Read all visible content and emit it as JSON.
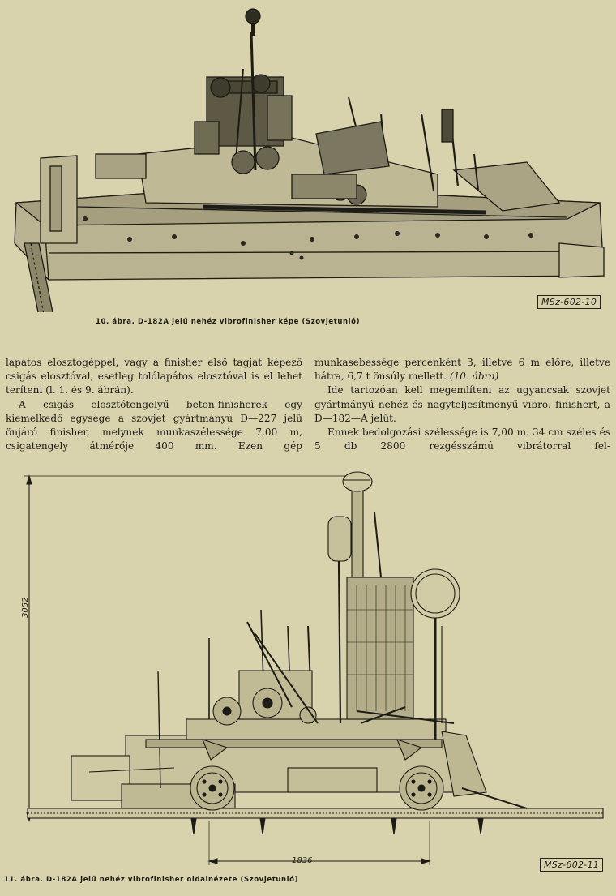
{
  "figure10": {
    "ref_code": "MSz-602-10",
    "caption": "10. ábra. D-182A jelű nehéz vibrofinisher képe (Szovjetunió)"
  },
  "left_column": {
    "p1": "lapátos elosztógéppel, vagy a finisher első tagját képező csigás elosztóval, esetleg tolólapátos elosztóval is el lehet teríteni (l. 1. és 9. ábrán).",
    "p2": "A csigás elosztótengelyű beton-finisherek egy kiemelkedő egysége a szovjet gyártmányú D—227 jelű önjáró finisher, melynek munkaszélessége 7,00 m, csigatengely átmérője 400 mm. Ezen gép"
  },
  "right_column": {
    "p1_text": "munkasebessége percenként 3, illetve 6 m előre, illetve hátra, 6,7 t önsúly mellett.",
    "p1_ref": "(10. ábra)",
    "p2": "Ide tartozóan kell megemlíteni az ugyancsak szovjet gyártmányú nehéz és nagyteljesítményű vibro. finishert, a D—182—A jelűt.",
    "p3": "Ennek bedolgozási szélessége is 7,00 m. 34 cm széles és 5 db 2800 rezgésszámú vibrátorral fel-"
  },
  "figure11": {
    "ref_code": "MSz-602-11",
    "caption": "11. ábra. D-182A jelű nehéz vibrofinisher oldalnézete (Szovjetunió)",
    "dim_height": "3052",
    "dim_wheelbase": "1836"
  },
  "colors": {
    "paper": "#d8d3ad",
    "ink": "#1d1c16"
  }
}
